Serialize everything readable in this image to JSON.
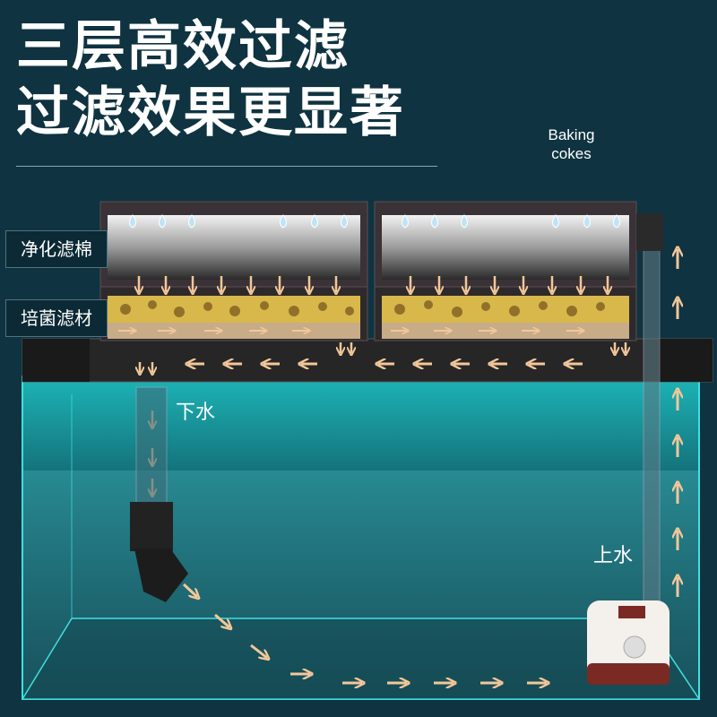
{
  "headline": {
    "line1": "三层高效过滤",
    "line2": "过滤效果更显著"
  },
  "labels": {
    "baking_line1": "Baking",
    "baking_line2": "cokes",
    "purify_cotton": "净化滤棉",
    "bacteria_media": "培菌滤材",
    "water_down": "下水",
    "water_up": "上水"
  },
  "icons": [
    "water-drop-icon",
    "arrow-down-icon",
    "arrow-left-icon",
    "arrow-right-icon",
    "arrow-up-icon"
  ],
  "colors": {
    "background": "#0f3340",
    "arrow": "#f3c79a",
    "tank_edge": "#3fe0e0",
    "water": "#2f8b96",
    "filter_box": "#3a3236",
    "media": "#d8b84a",
    "pump_accent": "#7a2a22"
  }
}
